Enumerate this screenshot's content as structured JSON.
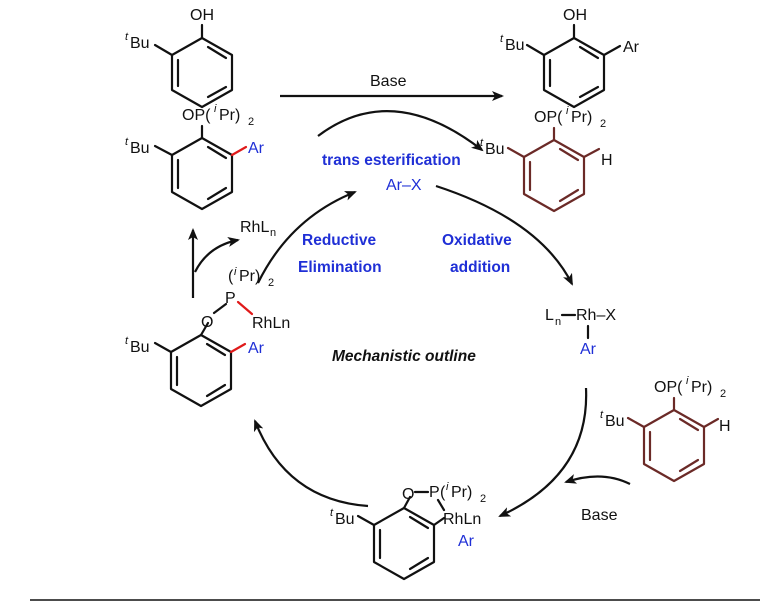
{
  "labels": {
    "oh_1": "OH",
    "tbu_t": "t",
    "tbu_bu": "Bu",
    "oh_2": "OH",
    "ar": "Ar",
    "base": "Base",
    "op_prefix": "OP(",
    "i": "i",
    "pr_suffix": "Pr)",
    "two": "2",
    "h": "H",
    "trans_esterification": "trans esterification",
    "arx": "Ar–X",
    "rhl": "RhL",
    "n": "n",
    "reductive": "Reductive",
    "elimination": "Elimination",
    "oxidative": "Oxidative",
    "addition": "addition",
    "p_paren": "(",
    "p": "P",
    "o": "O",
    "rhln": "RhLn",
    "l": "L",
    "rh_x": "Rh–X",
    "mechanistic_outline": "Mechanistic outline",
    "o_p": "O–P(",
    "base_bottom": "Base"
  },
  "colors": {
    "blue": "#1f2fd6",
    "red": "#e01a1a",
    "brown": "#6b2a27",
    "black": "#111111"
  }
}
